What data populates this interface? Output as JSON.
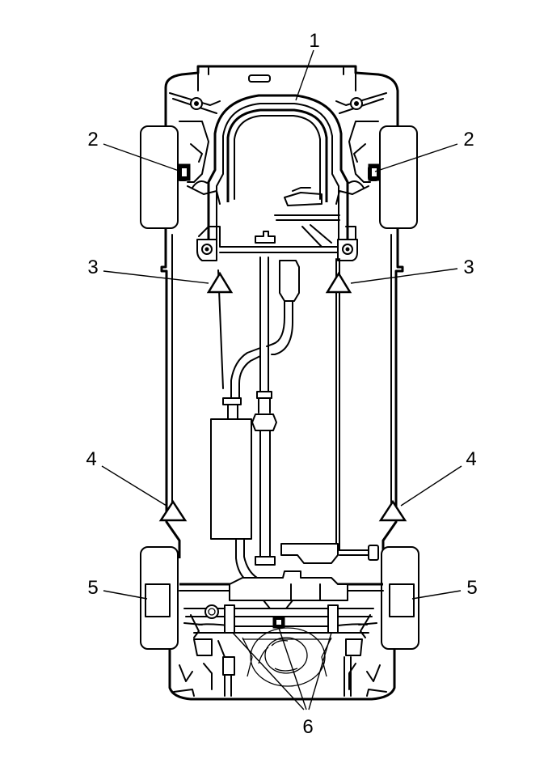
{
  "callouts": [
    {
      "id": "1",
      "label": "1"
    },
    {
      "id": "2-left",
      "label": "2"
    },
    {
      "id": "2-right",
      "label": "2"
    },
    {
      "id": "3-left",
      "label": "3"
    },
    {
      "id": "3-right",
      "label": "3"
    },
    {
      "id": "4-left",
      "label": "4"
    },
    {
      "id": "4-right",
      "label": "4"
    },
    {
      "id": "5-left",
      "label": "5"
    },
    {
      "id": "5-right",
      "label": "5"
    },
    {
      "id": "6",
      "label": "6"
    }
  ],
  "colors": {
    "line": "#000000",
    "background": "#ffffff"
  }
}
